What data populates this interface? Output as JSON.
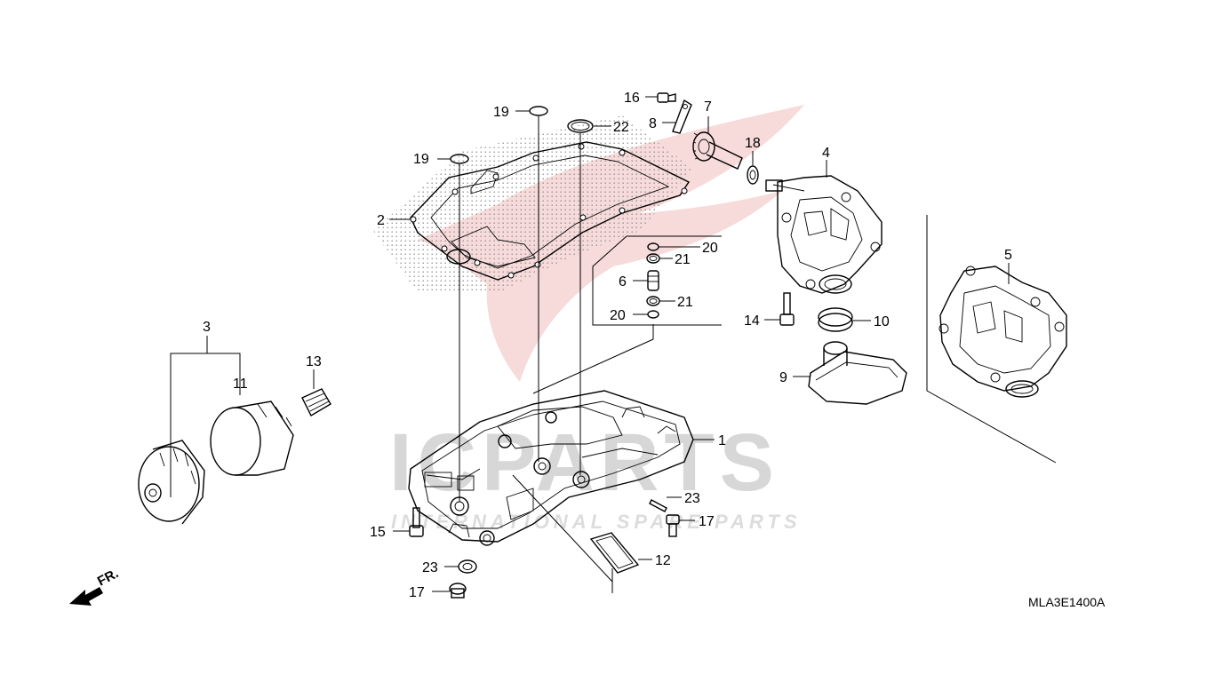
{
  "diagram": {
    "code": "MLA3E1400A",
    "front_label": "FR.",
    "watermark": {
      "brand": "ICPARTS",
      "tagline": "INTERNATIONAL SPARE PARTS"
    },
    "callouts": [
      {
        "id": "c1",
        "text": "1"
      },
      {
        "id": "c2",
        "text": "2"
      },
      {
        "id": "c3",
        "text": "3"
      },
      {
        "id": "c4",
        "text": "4"
      },
      {
        "id": "c5",
        "text": "5"
      },
      {
        "id": "c6",
        "text": "6"
      },
      {
        "id": "c7",
        "text": "7"
      },
      {
        "id": "c8",
        "text": "8"
      },
      {
        "id": "c9",
        "text": "9"
      },
      {
        "id": "c10",
        "text": "10"
      },
      {
        "id": "c11",
        "text": "11"
      },
      {
        "id": "c12",
        "text": "12"
      },
      {
        "id": "c13",
        "text": "13"
      },
      {
        "id": "c14",
        "text": "14"
      },
      {
        "id": "c15",
        "text": "15"
      },
      {
        "id": "c16",
        "text": "16"
      },
      {
        "id": "c17a",
        "text": "17"
      },
      {
        "id": "c17b",
        "text": "17"
      },
      {
        "id": "c18",
        "text": "18"
      },
      {
        "id": "c19a",
        "text": "19"
      },
      {
        "id": "c19b",
        "text": "19"
      },
      {
        "id": "c20a",
        "text": "20"
      },
      {
        "id": "c20b",
        "text": "20"
      },
      {
        "id": "c21a",
        "text": "21"
      },
      {
        "id": "c21b",
        "text": "21"
      },
      {
        "id": "c22",
        "text": "22"
      },
      {
        "id": "c23a",
        "text": "23"
      },
      {
        "id": "c23b",
        "text": "23"
      }
    ]
  }
}
